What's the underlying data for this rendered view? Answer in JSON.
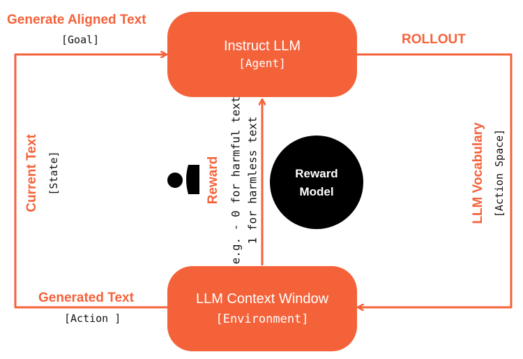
{
  "colors": {
    "accent": "#f4623a",
    "dark": "#000000",
    "text": "#111111"
  },
  "agent_box": {
    "title": "Instruct LLM",
    "subtitle": "[Agent]"
  },
  "environment_box": {
    "title": "LLM Context Window",
    "subtitle": "[Environment]"
  },
  "goal": {
    "title": "Generate Aligned Text",
    "subtitle": "[Goal]"
  },
  "rollout": {
    "label": "ROLLOUT"
  },
  "state": {
    "title": "Current Text",
    "subtitle": "[State]"
  },
  "action": {
    "title": "Generated Text",
    "subtitle": "[Action ]"
  },
  "action_space": {
    "title": "LLM Vocabulary",
    "subtitle": "[Action Space]"
  },
  "reward": {
    "title": "Reward",
    "line1": "e.g. - 0 for harmful text",
    "line2": "1 for harmless text"
  },
  "reward_model": {
    "line1": "Reward",
    "line2": "Model"
  },
  "icons": {
    "reward_icon": "person-silhouette-icon"
  }
}
